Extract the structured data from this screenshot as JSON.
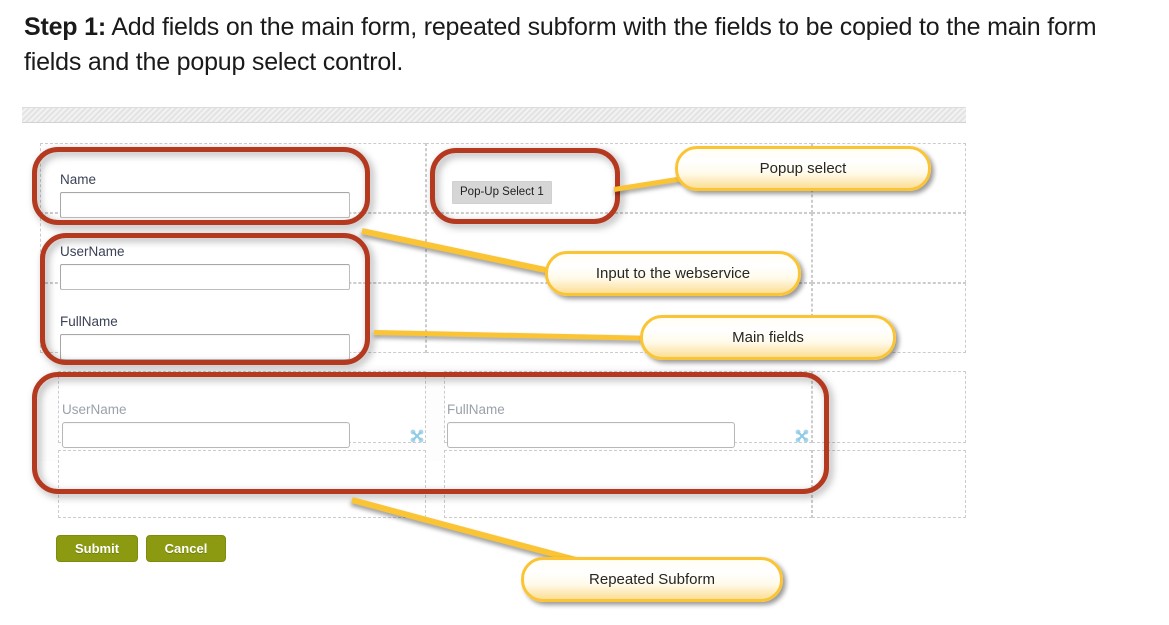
{
  "heading": {
    "step_label": "Step 1:",
    "text": " Add fields on the main form, repeated subform with the fields to be copied to the main form fields and the popup select control."
  },
  "form": {
    "main_fields": [
      {
        "label": "Name",
        "value": "",
        "placeholder": ""
      },
      {
        "label": "UserName",
        "value": "",
        "placeholder": ""
      },
      {
        "label": "FullName",
        "value": "",
        "placeholder": ""
      }
    ],
    "popup_select": {
      "label": "Pop-Up Select 1"
    },
    "subform": {
      "columns": [
        {
          "label": "UserName",
          "value": "",
          "placeholder": ""
        },
        {
          "label": "FullName",
          "value": "",
          "placeholder": ""
        }
      ],
      "row_icon": "shuffle-icon"
    },
    "buttons": {
      "submit": "Submit",
      "cancel": "Cancel"
    }
  },
  "annotations": {
    "callouts": [
      {
        "id": "popup-select",
        "text": "Popup select"
      },
      {
        "id": "input-webservice",
        "text": "Input to the webservice"
      },
      {
        "id": "main-fields",
        "text": "Main fields"
      },
      {
        "id": "repeated-subform",
        "text": "Repeated Subform"
      }
    ],
    "ring_color": "#b4391f",
    "callout_border_color": "#fbc434"
  },
  "colors": {
    "button_green": "#8b9a10",
    "label_dark": "#3b4256",
    "label_muted": "#9ba0ab",
    "popup_gray": "#d6d6d6",
    "icon_blue": "#9fd2e8"
  }
}
